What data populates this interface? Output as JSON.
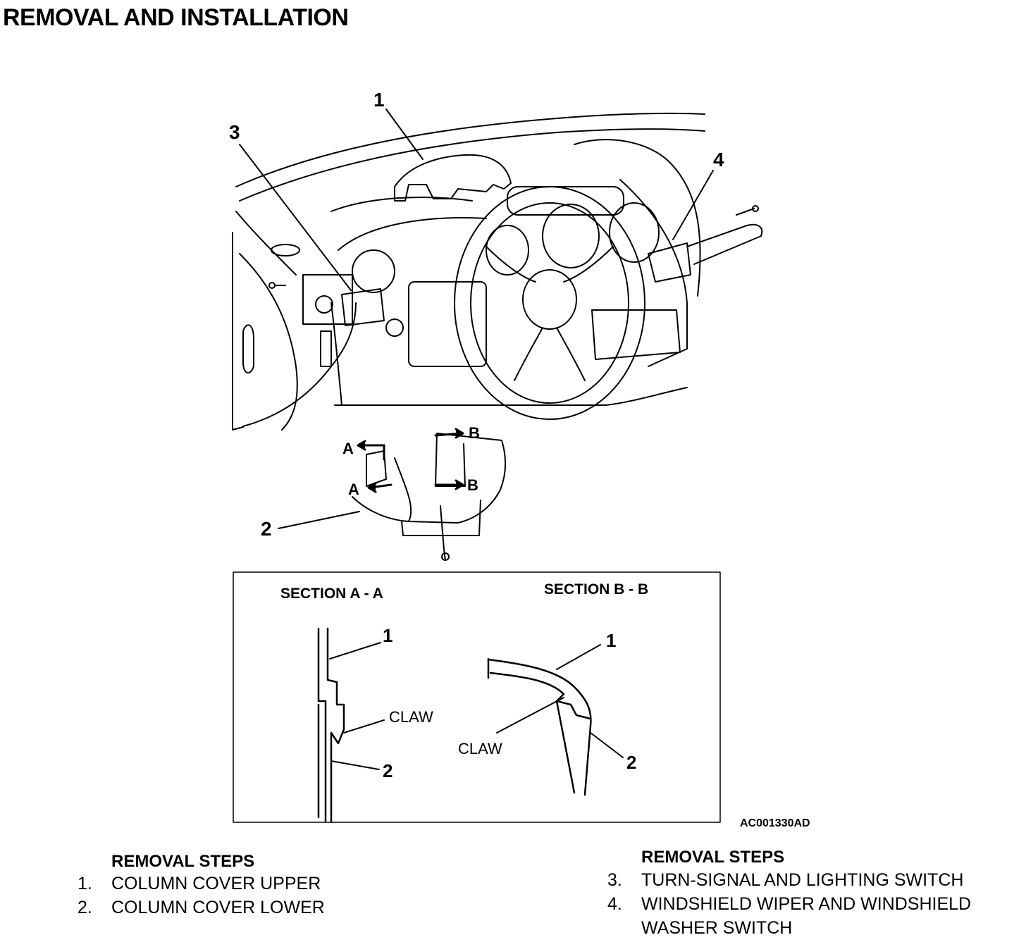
{
  "title": "REMOVAL AND INSTALLATION",
  "figure": {
    "callouts": [
      "1",
      "2",
      "3",
      "4"
    ],
    "arrow_labels": [
      "A",
      "A",
      "B",
      "B"
    ],
    "section_aa": {
      "heading": "SECTION A - A",
      "label1": "1",
      "label2": "2",
      "claw": "CLAW"
    },
    "section_bb": {
      "heading": "SECTION B - B",
      "label1": "1",
      "label2": "2",
      "claw": "CLAW"
    },
    "figure_id": "AC001330AD"
  },
  "steps_left": {
    "heading": "REMOVAL STEPS",
    "items": [
      {
        "num": "1.",
        "text": "COLUMN COVER UPPER"
      },
      {
        "num": "2.",
        "text": "COLUMN COVER LOWER"
      }
    ]
  },
  "steps_right": {
    "heading": "REMOVAL STEPS",
    "items": [
      {
        "num": "3.",
        "text": "TURN-SIGNAL AND LIGHTING SWITCH"
      },
      {
        "num": "4.",
        "text": "WINDSHIELD WIPER AND WINDSHIELD",
        "text2": "WASHER SWITCH"
      }
    ]
  }
}
